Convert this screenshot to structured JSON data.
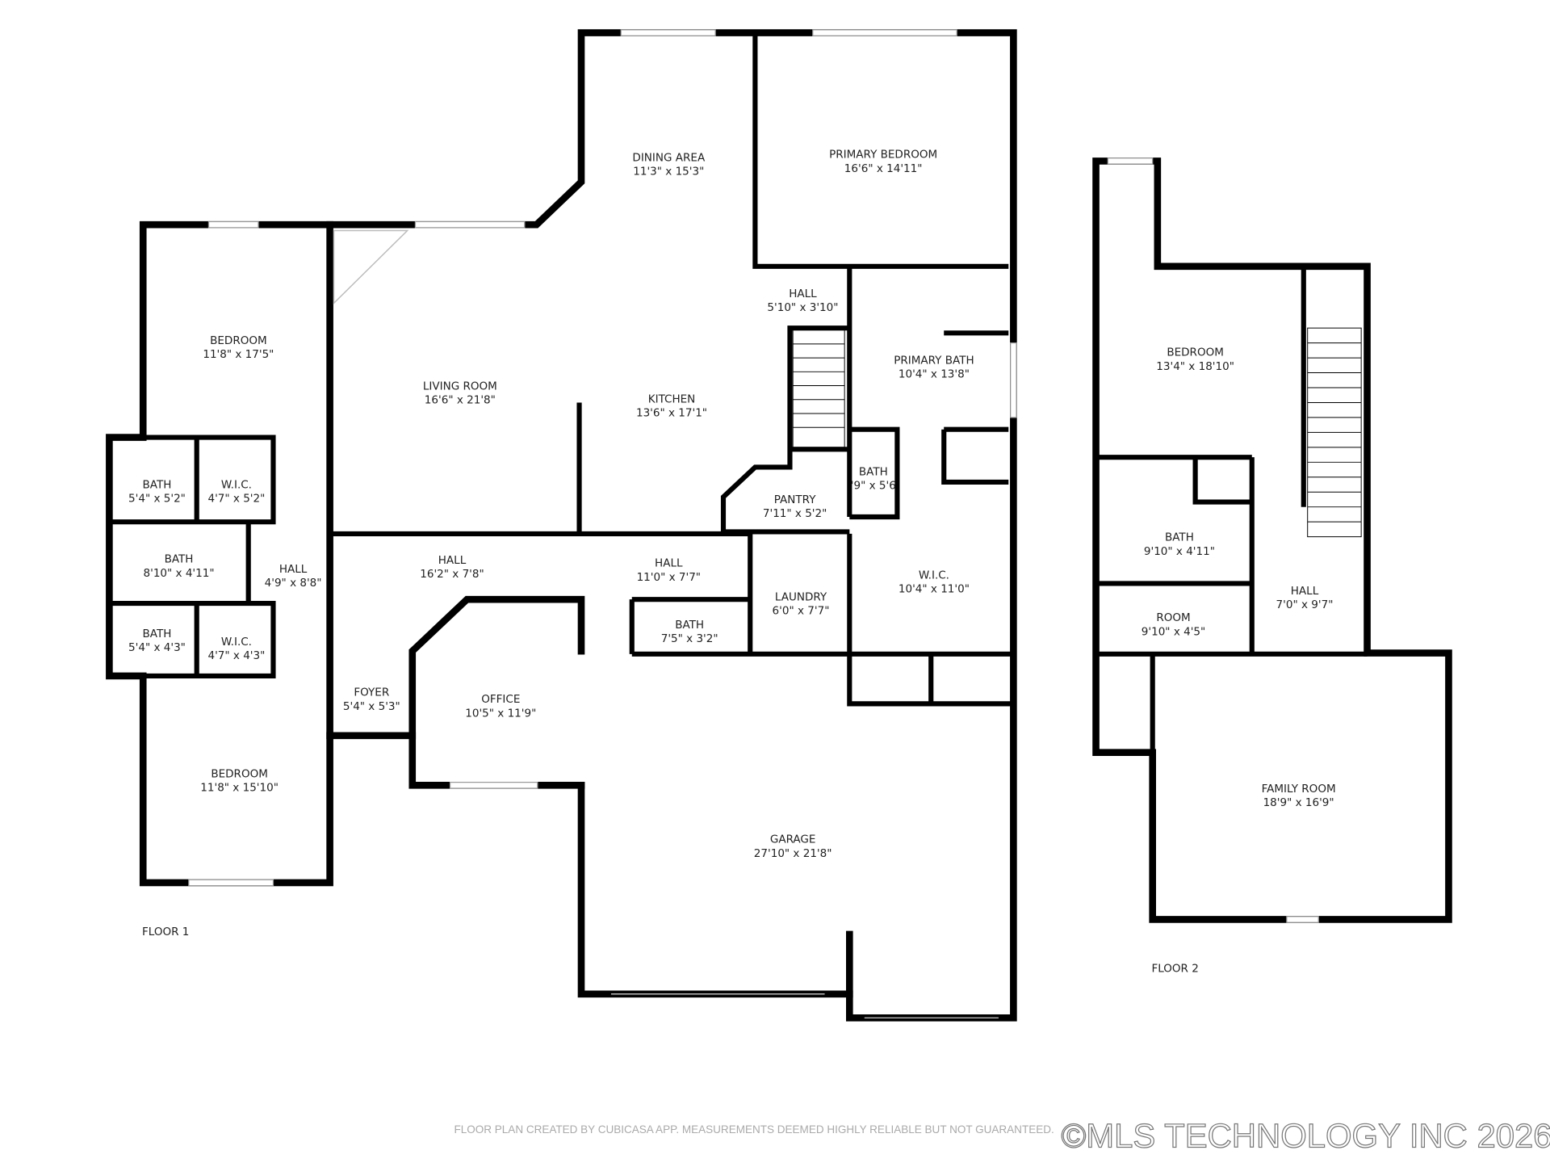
{
  "floor1": {
    "label": "FLOOR 1",
    "rooms": [
      {
        "name": "DINING AREA",
        "dims": "11'3\" x 15'3\""
      },
      {
        "name": "PRIMARY BEDROOM",
        "dims": "16'6\" x 14'11\""
      },
      {
        "name": "BEDROOM",
        "dims": "11'8\" x 17'5\""
      },
      {
        "name": "HALL",
        "dims": "5'10\" x 3'10\""
      },
      {
        "name": "PRIMARY BATH",
        "dims": "10'4\" x 13'8\""
      },
      {
        "name": "LIVING ROOM",
        "dims": "16'6\" x 21'8\""
      },
      {
        "name": "KITCHEN",
        "dims": "13'6\" x 17'1\""
      },
      {
        "name": "BATH",
        "dims": "5'4\" x 5'2\""
      },
      {
        "name": "W.I.C.",
        "dims": "4'7\" x 5'2\""
      },
      {
        "name": "BATH",
        "dims": "'9\" x 5'6"
      },
      {
        "name": "PANTRY",
        "dims": "7'11\" x 5'2\""
      },
      {
        "name": "BATH",
        "dims": "8'10\" x 4'11\""
      },
      {
        "name": "HALL",
        "dims": "4'9\" x 8'8\""
      },
      {
        "name": "HALL",
        "dims": "16'2\" x 7'8\""
      },
      {
        "name": "HALL",
        "dims": "11'0\" x 7'7\""
      },
      {
        "name": "W.I.C.",
        "dims": "10'4\" x 11'0\""
      },
      {
        "name": "LAUNDRY",
        "dims": "6'0\" x 7'7\""
      },
      {
        "name": "BATH",
        "dims": "7'5\" x 3'2\""
      },
      {
        "name": "BATH",
        "dims": "5'4\" x 4'3\""
      },
      {
        "name": "W.I.C.",
        "dims": "4'7\" x 4'3\""
      },
      {
        "name": "FOYER",
        "dims": "5'4\" x 5'3\""
      },
      {
        "name": "OFFICE",
        "dims": "10'5\" x 11'9\""
      },
      {
        "name": "BEDROOM",
        "dims": "11'8\" x 15'10\""
      },
      {
        "name": "GARAGE",
        "dims": "27'10\" x 21'8\""
      }
    ]
  },
  "floor2": {
    "label": "FLOOR 2",
    "rooms": [
      {
        "name": "BEDROOM",
        "dims": "13'4\" x 18'10\""
      },
      {
        "name": "BATH",
        "dims": "9'10\" x 4'11\""
      },
      {
        "name": "HALL",
        "dims": "7'0\" x 9'7\""
      },
      {
        "name": "ROOM",
        "dims": "9'10\" x 4'5\""
      },
      {
        "name": "FAMILY ROOM",
        "dims": "18'9\" x 16'9\""
      }
    ]
  },
  "footer": {
    "disclaimer": "FLOOR PLAN CREATED BY CUBICASA APP. MEASUREMENTS DEEMED HIGHLY RELIABLE BUT NOT GUARANTEED.",
    "watermark": "©MLS TECHNOLOGY INC 2026"
  }
}
